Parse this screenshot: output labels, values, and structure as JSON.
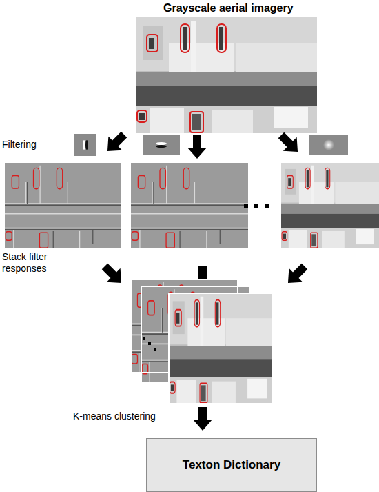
{
  "diagram": {
    "title": "Grayscale aerial imagery",
    "nodes": [
      {
        "text": [
          "Texton Dictionary"
        ]
      }
    ],
    "labels": [
      "Filtering",
      "Stack filter responses",
      "K-means clustering"
    ]
  }
}
